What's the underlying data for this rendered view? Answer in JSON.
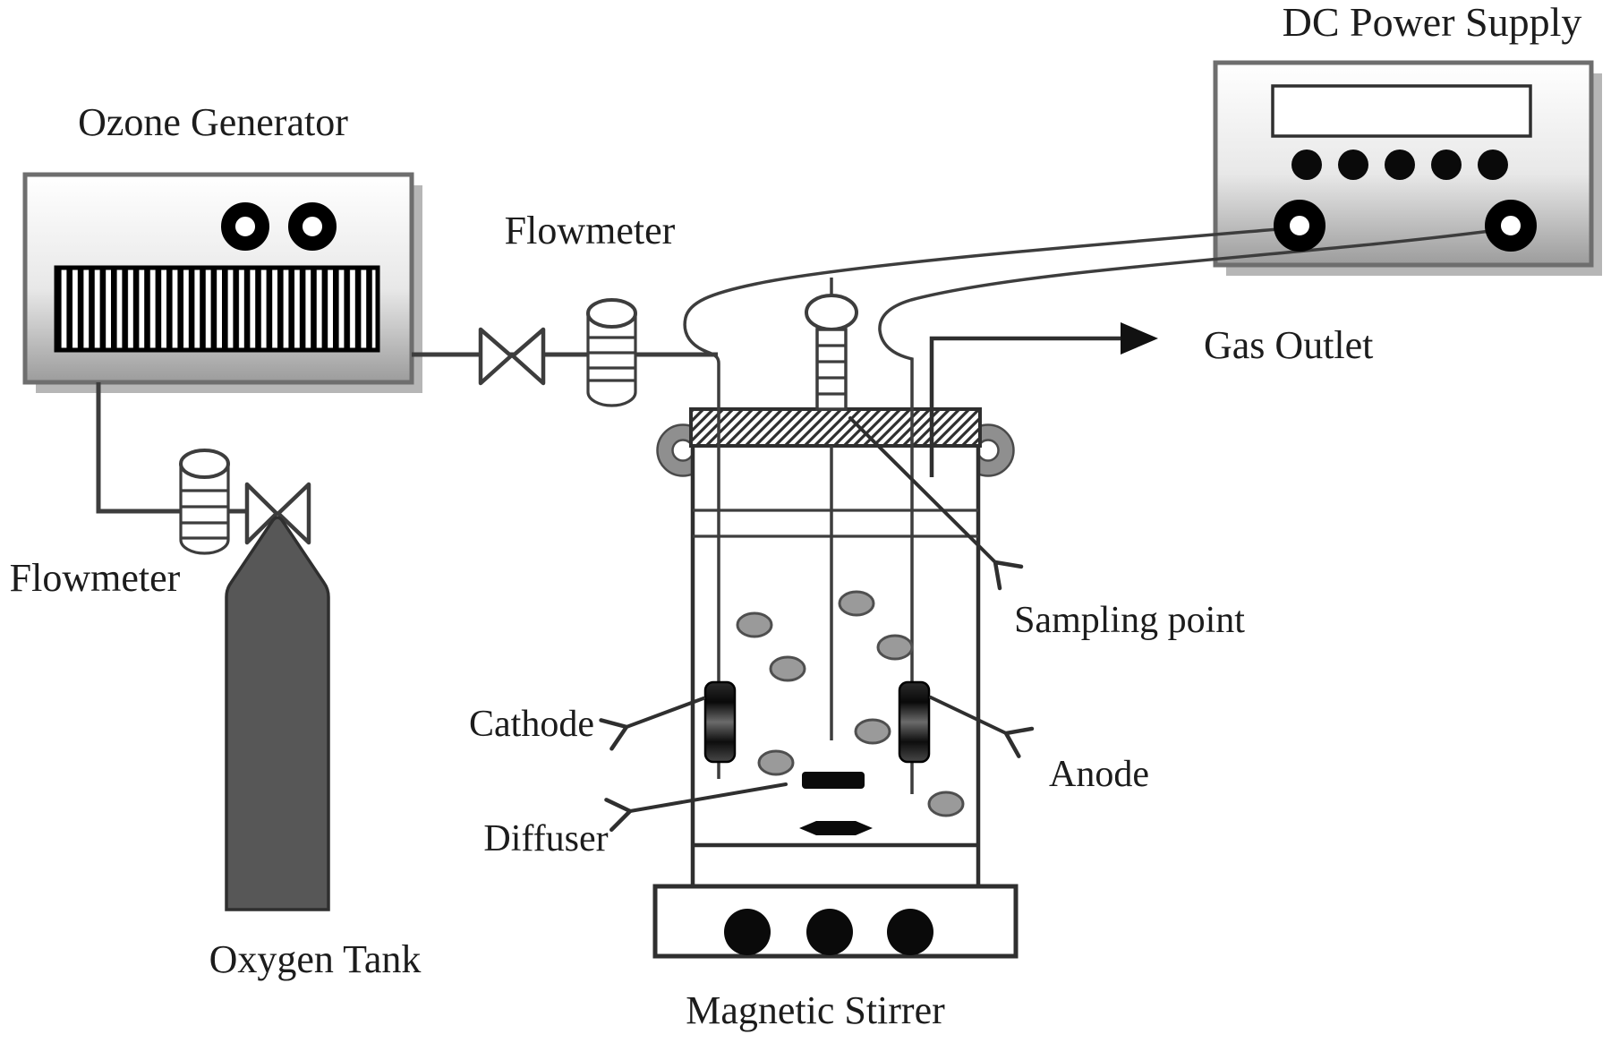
{
  "labels": {
    "ozone_generator": "Ozone Generator",
    "dc_power_supply": "DC Power Supply",
    "flowmeter_top": "Flowmeter",
    "flowmeter_left": "Flowmeter",
    "gas_outlet": "Gas Outlet",
    "sampling_point": "Sampling point",
    "cathode": "Cathode",
    "anode": "Anode",
    "diffuser": "Diffuser",
    "oxygen_tank": "Oxygen Tank",
    "magnetic_stirrer": "Magnetic Stirrer"
  },
  "colors": {
    "line": "#3d3d3d",
    "outline": "#2f2f2f",
    "box_border": "#6e6e6e",
    "box_top": "#ffffff",
    "box_mid": "#e8e8e8",
    "box_bottom": "#9c9c9c",
    "shadow": "#b6b6b6",
    "tank_fill": "#575757",
    "bubble_fill": "#9a9a9a",
    "bubble_stroke": "#4f4f4f",
    "ear_fill": "#8f8f8f",
    "black": "#0a0a0a",
    "text": "#1c1c1c"
  }
}
